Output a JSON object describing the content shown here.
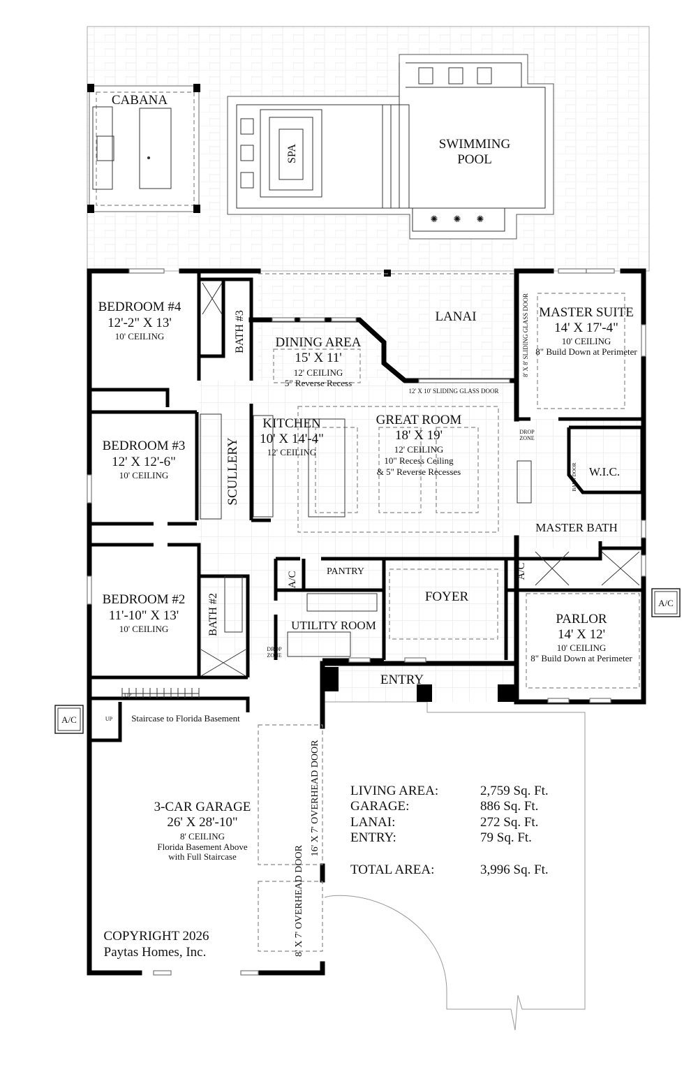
{
  "outdoor": {
    "cabana": "CABANA",
    "spa": "SPA",
    "pool_line1": "SWIMMING",
    "pool_line2": "POOL"
  },
  "rooms": {
    "bedroom4": {
      "name": "BEDROOM #4",
      "size": "12'-2\" X 13'",
      "ceiling": "10' CEILING"
    },
    "bath3": {
      "name": "BATH #3"
    },
    "dining": {
      "name": "DINING AREA",
      "size": "15' X 11'",
      "ceiling": "12' CEILING",
      "note": "5\" Reverse Recess"
    },
    "lanai": {
      "name": "LANAI",
      "door": "12' X 10' SLIDING GLASS DOOR"
    },
    "master_suite": {
      "name": "MASTER SUITE",
      "size": "14' X 17'-4\"",
      "ceiling": "10' CEILING",
      "note": "8\" Build Down at Perimeter",
      "door": "8' X 8' SLIDING GLASS DOOR"
    },
    "bedroom3": {
      "name": "BEDROOM #3",
      "size": "12' X 12'-6\"",
      "ceiling": "10' CEILING"
    },
    "scullery": {
      "name": "SCULLERY"
    },
    "kitchen": {
      "name": "KITCHEN",
      "size": "10' X 14'-4\"",
      "ceiling": "12' CEILING"
    },
    "great_room": {
      "name": "GREAT ROOM",
      "size": "18' X 19'",
      "ceiling": "12' CEILING",
      "note1": "10\" Recess Ceiling",
      "note2": "& 5\" Reverse Recesses"
    },
    "drop_zone_master": {
      "line1": "DROP",
      "line2": "ZONE"
    },
    "wic": {
      "name": "W.I.C.",
      "door": "BARN DOOR"
    },
    "master_bath": {
      "name": "MASTER BATH"
    },
    "ac_utility": "A/C",
    "ac_parlor": "A/C",
    "pantry": {
      "name": "PANTRY"
    },
    "foyer": {
      "name": "FOYER"
    },
    "bedroom2": {
      "name": "BEDROOM #2",
      "size": "11'-10\" X 13'",
      "ceiling": "10' CEILING"
    },
    "bath2": {
      "name": "BATH #2"
    },
    "utility": {
      "name": "UTILITY ROOM"
    },
    "drop_zone_utility": {
      "line1": "DROP",
      "line2": "ZONE"
    },
    "parlor": {
      "name": "PARLOR",
      "size": "14' X 12'",
      "ceiling": "10' CEILING",
      "note": "8\" Build Down at Perimeter"
    },
    "entry": {
      "name": "ENTRY"
    },
    "stairs": {
      "up1": "UP",
      "up2": "UP",
      "label": "Staircase to Florida Basement"
    },
    "garage": {
      "name": "3-CAR GARAGE",
      "size": "26' X 28'-10\"",
      "ceiling": "8' CEILING",
      "note1": "Florida Basement Above",
      "note2": "with Full Staircase",
      "door_large": "16' X 7' OVERHEAD DOOR",
      "door_small": "8' X 7' OVERHEAD DOOR"
    }
  },
  "ac_units": {
    "right": "A/C",
    "left": "A/C"
  },
  "area_table": [
    {
      "label": "LIVING AREA:",
      "value": "2,759 Sq. Ft."
    },
    {
      "label": "GARAGE:",
      "value": "886 Sq. Ft."
    },
    {
      "label": "LANAI:",
      "value": "272 Sq. Ft."
    },
    {
      "label": "ENTRY:",
      "value": "79 Sq. Ft."
    },
    {
      "label": "TOTAL AREA:",
      "value": "3,996 Sq. Ft."
    }
  ],
  "copyright": {
    "line1": "COPYRIGHT 2026",
    "line2": "Paytas Homes, Inc."
  }
}
